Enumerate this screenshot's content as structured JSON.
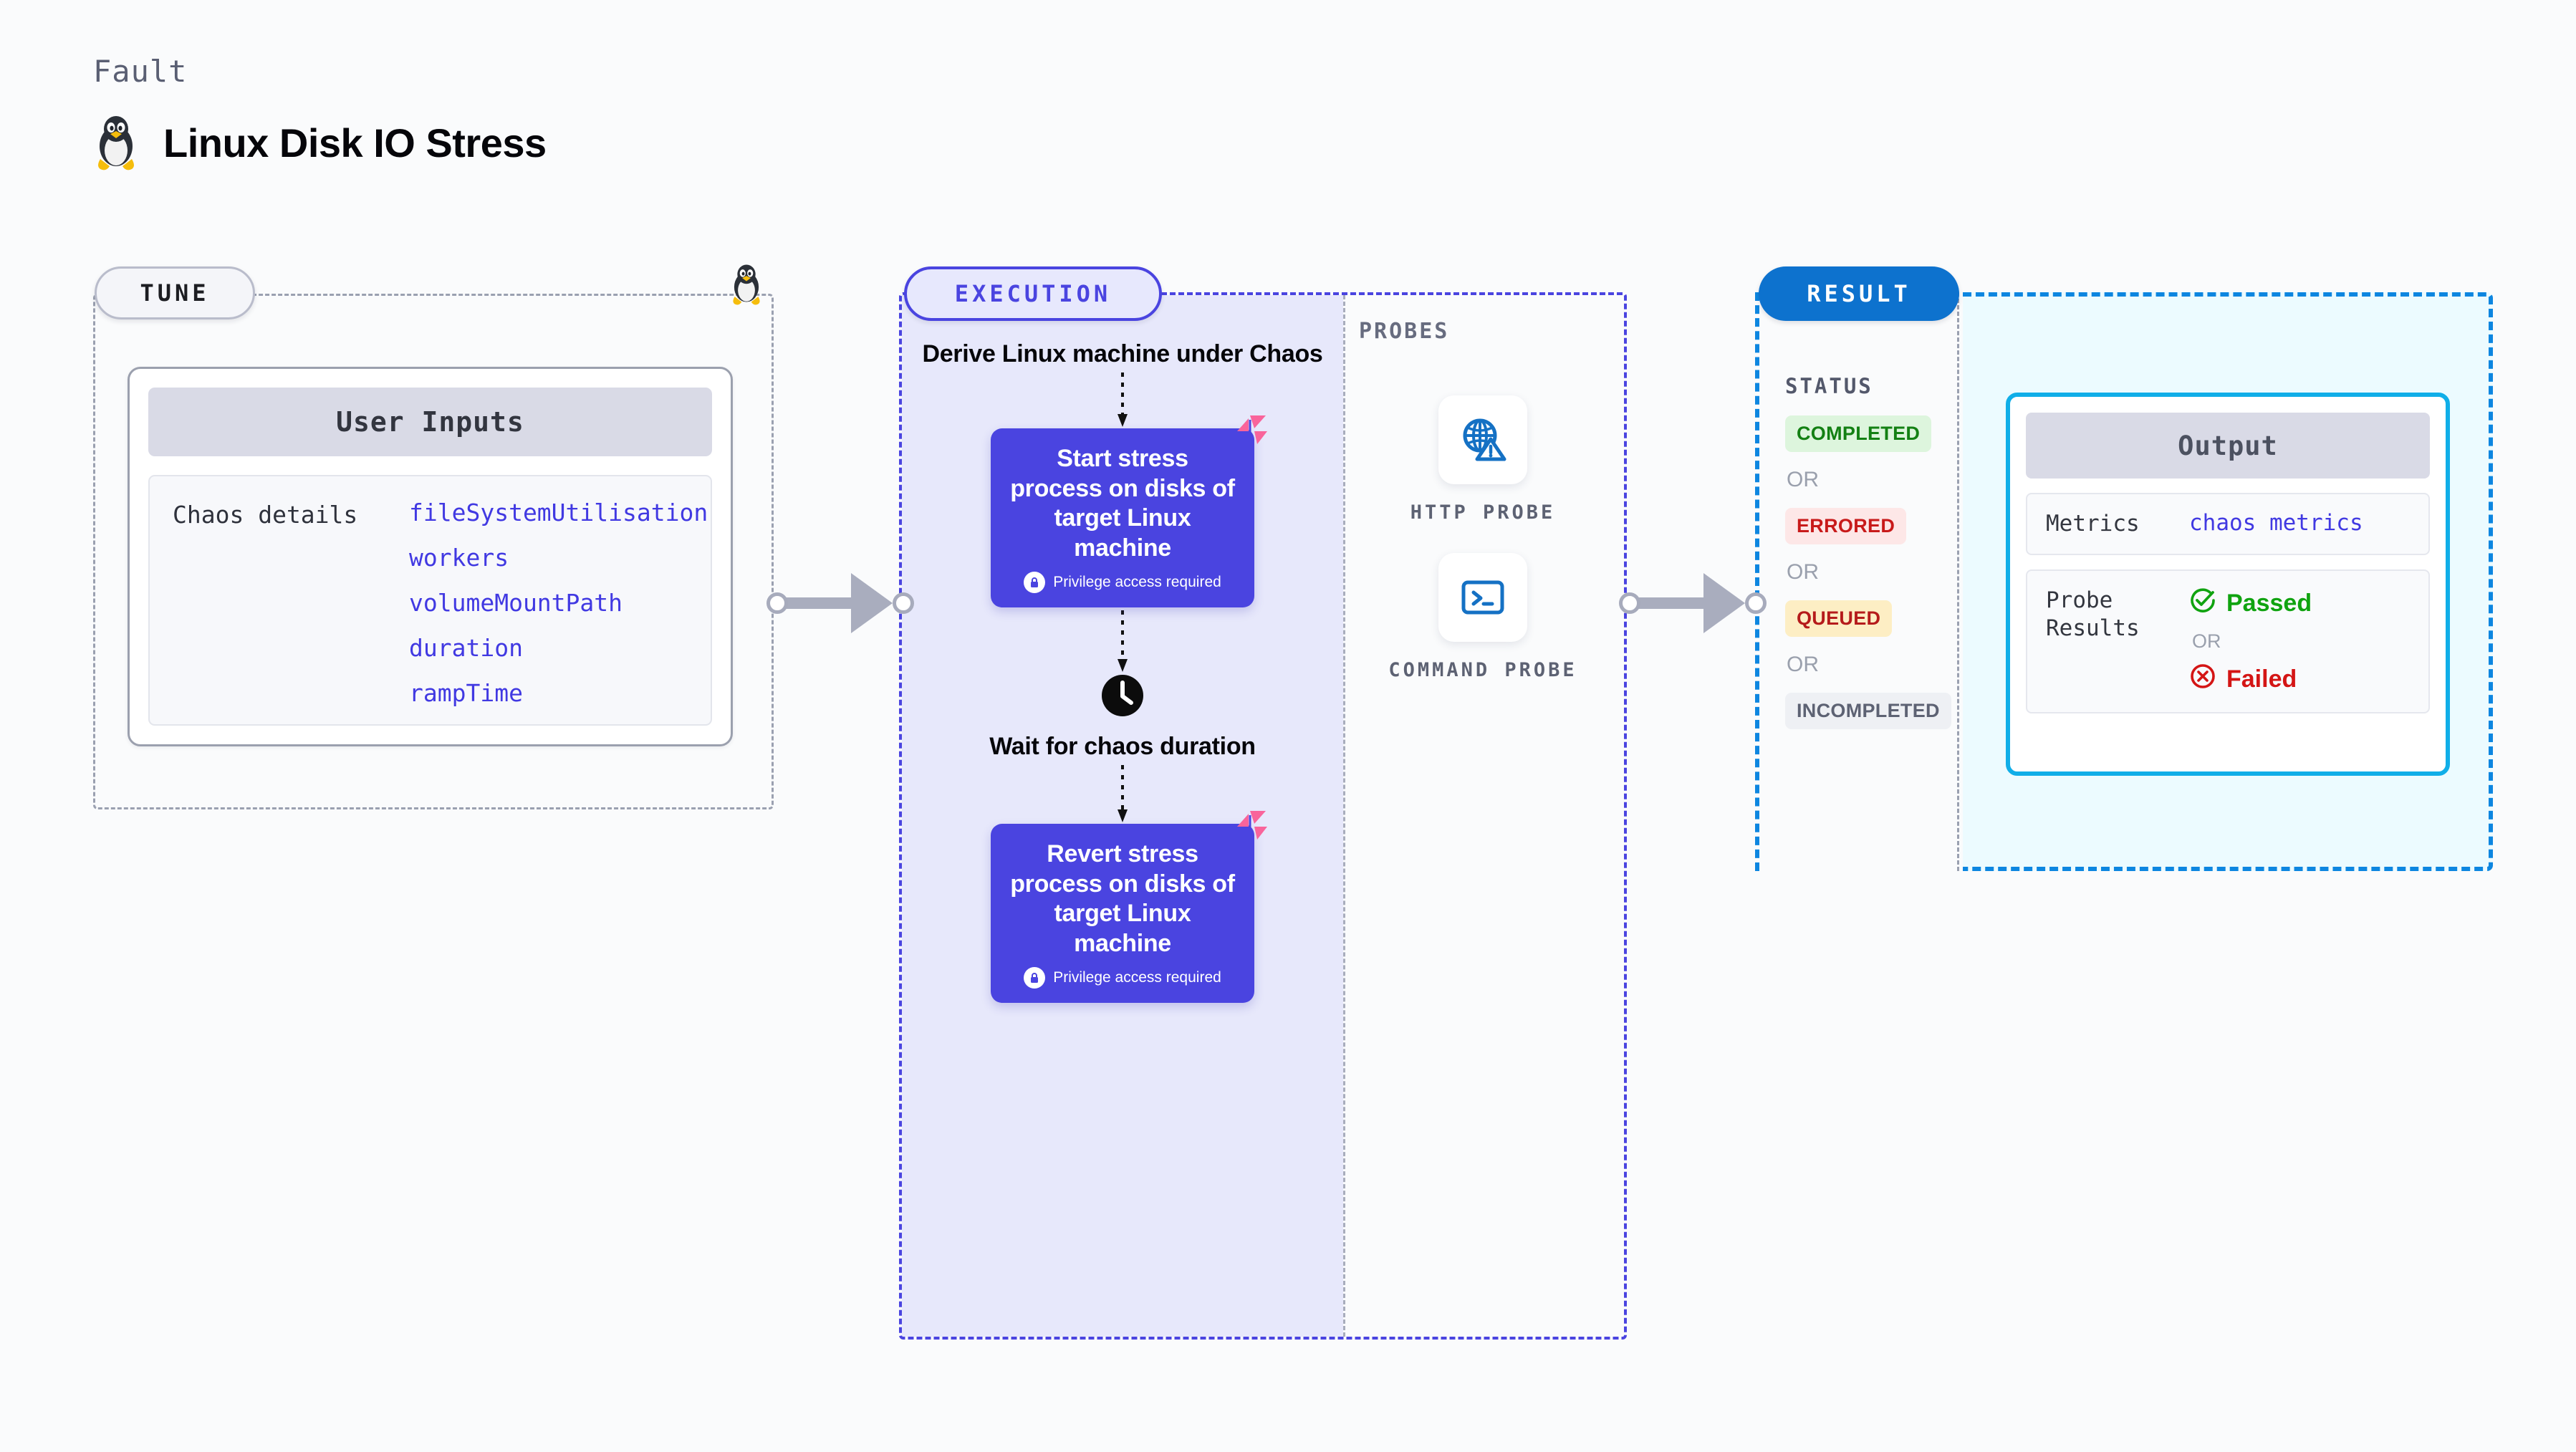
{
  "header": {
    "kicker": "Fault",
    "title": "Linux Disk IO Stress",
    "icon": "linux-tux-icon"
  },
  "tune": {
    "badge": "TUNE",
    "corner_icon": "linux-tux-icon",
    "card": {
      "header": "User Inputs",
      "key": "Chaos details",
      "values": [
        "fileSystemUtilisation",
        "workers",
        "volumeMountPath",
        "duration",
        "rampTime"
      ]
    }
  },
  "execution": {
    "badge": "EXECUTION",
    "steps": {
      "derive_text": "Derive Linux machine under Chaos",
      "start_node": {
        "title": "Start stress process on disks of target Linux machine",
        "sub": "Privilege access required",
        "sub_icon": "lock-icon",
        "corner_icon": "litmus-mark-icon"
      },
      "wait_icon": "clock-icon",
      "wait_text": "Wait for chaos duration",
      "revert_node": {
        "title": "Revert stress process on disks of target Linux machine",
        "sub": "Privilege access required",
        "sub_icon": "lock-icon",
        "corner_icon": "litmus-mark-icon"
      }
    }
  },
  "probes": {
    "label": "PROBES",
    "items": [
      {
        "label": "HTTP PROBE",
        "icon": "globe-warning-icon"
      },
      {
        "label": "COMMAND PROBE",
        "icon": "terminal-icon"
      }
    ]
  },
  "result": {
    "badge": "RESULT",
    "status_title": "STATUS",
    "or": "OR",
    "statuses": [
      {
        "label": "COMPLETED",
        "style": "completed"
      },
      {
        "label": "ERRORED",
        "style": "errored"
      },
      {
        "label": "QUEUED",
        "style": "queued"
      },
      {
        "label": "INCOMPLETED",
        "style": "incomplete"
      }
    ],
    "output": {
      "header": "Output",
      "metrics_key": "Metrics",
      "metrics_value": "chaos metrics",
      "probe_key": "Probe Results",
      "passed": "Passed",
      "failed": "Failed",
      "or": "OR",
      "pass_icon": "check-circle-icon",
      "fail_icon": "x-circle-icon"
    }
  },
  "colors": {
    "accent_purple": "#4a44e0",
    "accent_blue": "#0d72ce",
    "accent_cyan": "#10aee8",
    "pink_mark": "#f9649b",
    "pass_green": "#10a310",
    "fail_red": "#d41515"
  }
}
